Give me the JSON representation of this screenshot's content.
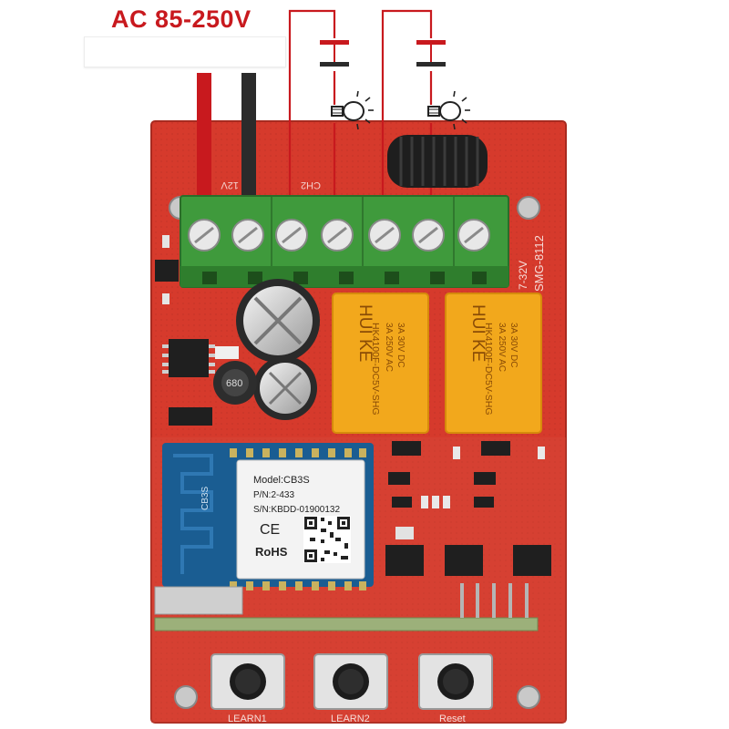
{
  "title": "AC 85-250V",
  "supply_box_text": "",
  "board": {
    "silkscreen_model": "SMG-8112",
    "silkscreen_voltage": "7-32V",
    "terminal_labels": [
      "12V",
      "CH2"
    ],
    "buttons": [
      {
        "label": "LEARN1"
      },
      {
        "label": "LEARN2"
      },
      {
        "label": "Reset"
      }
    ],
    "inductor_marking": "680"
  },
  "relays": [
    {
      "brand": "HUI KE",
      "model": "HK4100F-DC5V-SHG",
      "rating_ac": "3A 250V AC",
      "rating_dc": "3A 30V DC"
    },
    {
      "brand": "HUI KE",
      "model": "HK4100F-DC5V-SHG",
      "rating_ac": "3A 250V AC",
      "rating_dc": "3A 30V DC"
    }
  ],
  "module": {
    "side_text": "CB3S",
    "model": "Model:CB3S",
    "pn": "P/N:2-433",
    "sn": "S/N:KBDD-01900132",
    "ce": "CE",
    "rohs": "RoHS"
  },
  "colors": {
    "board_red": "#d63a2c",
    "wire_red": "#c8191e",
    "wire_black": "#2b2b2b",
    "terminal_green": "#3f9a3c",
    "relay_yellow": "#f2a81c",
    "module_blue": "#1a5d92"
  },
  "icons": [
    "bulb-icon",
    "capacitor-icon"
  ]
}
